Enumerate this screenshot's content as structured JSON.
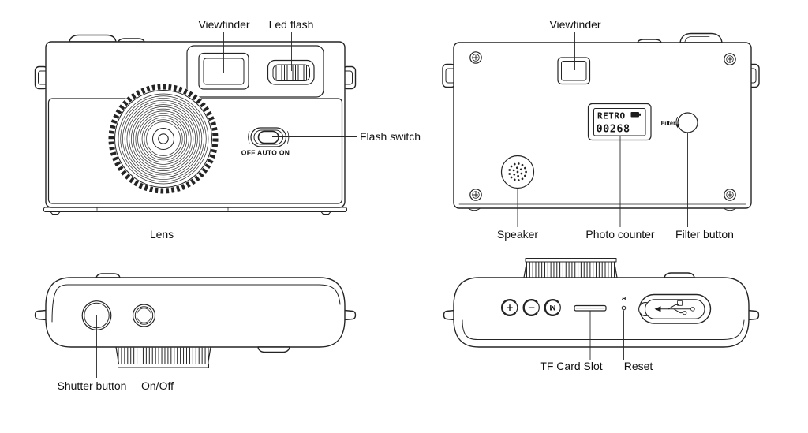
{
  "colors": {
    "line": "#242424",
    "text": "#101010",
    "background": "#ffffff"
  },
  "views": {
    "front": {
      "labels": {
        "viewfinder": "Viewfinder",
        "led_flash": "Led flash",
        "flash_switch": "Flash switch",
        "lens": "Lens"
      },
      "flash_positions": "OFF AUTO ON"
    },
    "back": {
      "labels": {
        "viewfinder": "Viewfinder",
        "speaker": "Speaker",
        "photo_counter": "Photo counter",
        "filter_button": "Filter button"
      },
      "filter_button_text": "Filter",
      "lcd": {
        "line1": "RETRO",
        "line2": "00268"
      }
    },
    "top": {
      "labels": {
        "shutter_button": "Shutter button",
        "on_off": "On/Off"
      }
    },
    "bottom": {
      "labels": {
        "tf_card_slot": "TF Card Slot",
        "reset": "Reset"
      },
      "buttons": {
        "plus": "+",
        "minus": "−",
        "mode": "M"
      },
      "reset_marking": "R"
    }
  }
}
